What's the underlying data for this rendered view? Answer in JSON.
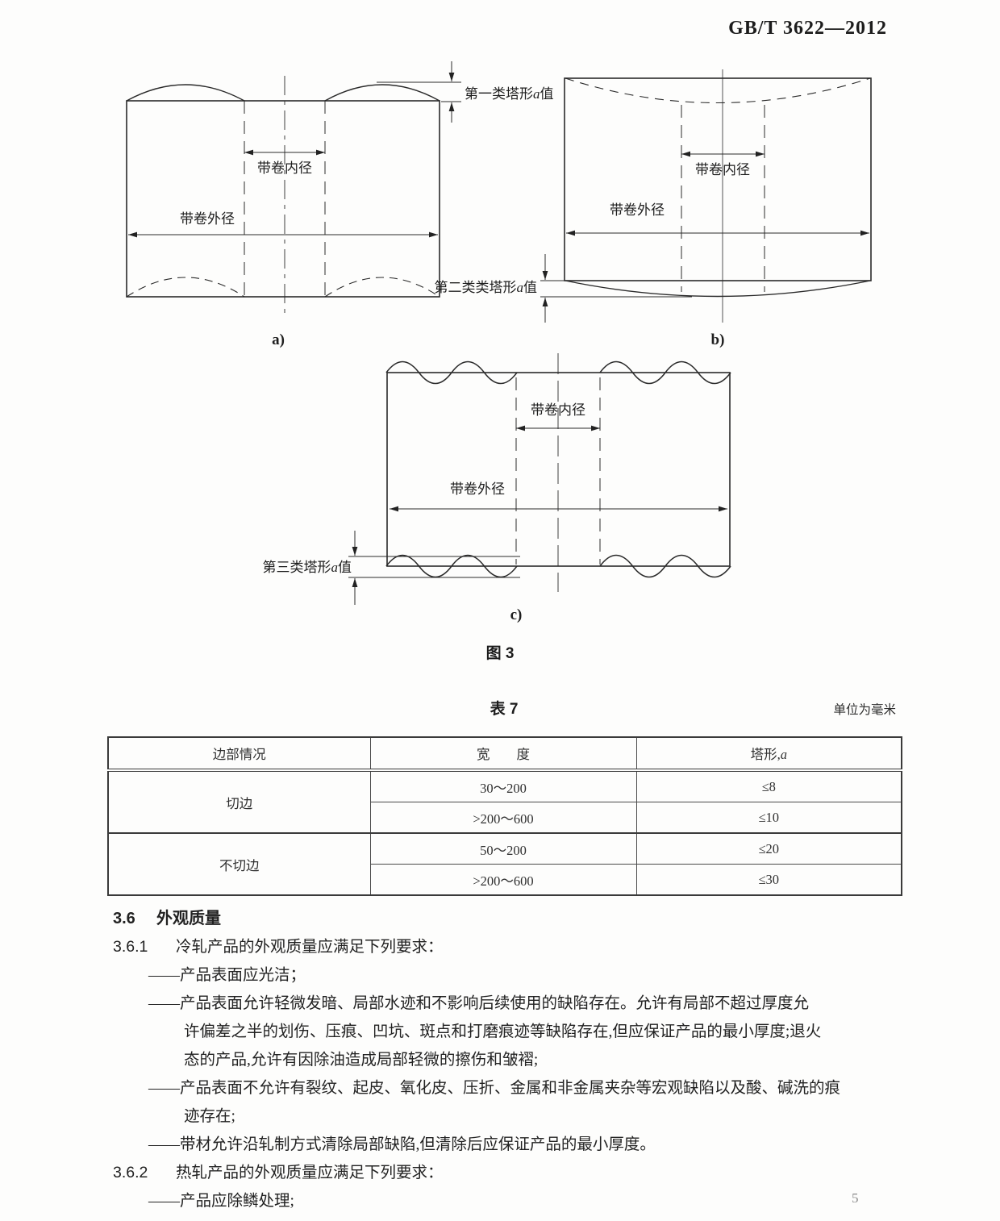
{
  "page": {
    "standard_number": "GB/T 3622—2012",
    "page_number": "5"
  },
  "figure": {
    "caption": "图 3",
    "labels": {
      "inner_diameter": "带卷内径",
      "outer_diameter": "带卷外径",
      "tower1_prefix": "第一类塔形",
      "tower2_prefix": "第二类类塔形",
      "tower3_prefix": "第三类塔形",
      "var_a": "a",
      "value_suffix": "值",
      "sub_a": "a)",
      "sub_b": "b)",
      "sub_c": "c)"
    }
  },
  "table": {
    "caption": "表 7",
    "unit_note": "单位为毫米",
    "col_edge": "边部情况",
    "col_width": "宽　　度",
    "col_tower_prefix": "塔形,",
    "col_tower_var": "a",
    "rows": [
      {
        "edge": "切边",
        "width": "30～200",
        "tower": "≤8"
      },
      {
        "edge": "",
        "width": ">200～600",
        "tower": "≤10"
      },
      {
        "edge": "不切边",
        "width": "50～200",
        "tower": "≤20"
      },
      {
        "edge": "",
        "width": ">200～600",
        "tower": "≤30"
      }
    ]
  },
  "sections": {
    "s36": {
      "num": "3.6",
      "title": "外观质量"
    },
    "s361": {
      "num": "3.6.1",
      "text": "冷轧产品的外观质量应满足下列要求："
    },
    "items361": [
      [
        "——产品表面应光洁；"
      ],
      [
        "——产品表面允许轻微发暗、局部水迹和不影响后续使用的缺陷存在。允许有局部不超过厚度允",
        "许偏差之半的划伤、压痕、凹坑、斑点和打磨痕迹等缺陷存在,但应保证产品的最小厚度;退火",
        "态的产品,允许有因除油造成局部轻微的擦伤和皱褶;"
      ],
      [
        "——产品表面不允许有裂纹、起皮、氧化皮、压折、金属和非金属夹杂等宏观缺陷以及酸、碱洗的痕",
        "迹存在;"
      ],
      [
        "——带材允许沿轧制方式清除局部缺陷,但清除后应保证产品的最小厚度。"
      ]
    ],
    "s362": {
      "num": "3.6.2",
      "text": "热轧产品的外观质量应满足下列要求："
    },
    "items362": [
      [
        "——产品应除鳞处理;"
      ]
    ]
  }
}
